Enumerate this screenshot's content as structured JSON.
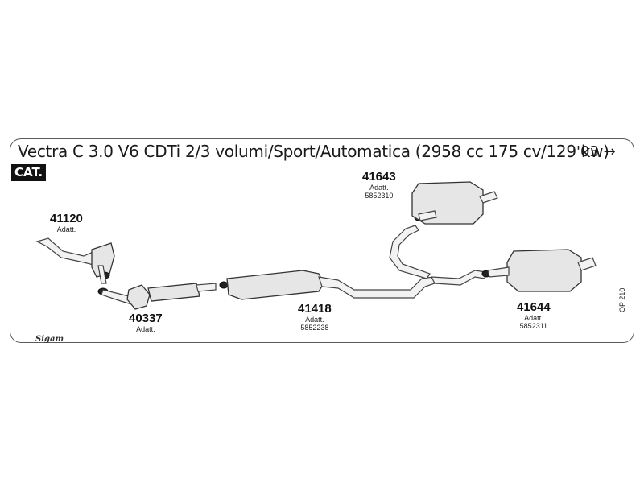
{
  "diagram": {
    "title": "Vectra C 3.0 V6 CDTi 2/3 volumi/Sport/Automatica (2958 cc 175 cv/129 kw)",
    "year_label": "'03 →",
    "badge": "CAT.",
    "side_code": "OP 210",
    "logo_text": "Sigam",
    "parts": [
      {
        "number": "41120",
        "note": "Adatt.",
        "code": ""
      },
      {
        "number": "40337",
        "note": "Adatt.",
        "code": ""
      },
      {
        "number": "41418",
        "note": "Adatt.",
        "code": "5852238"
      },
      {
        "number": "41643",
        "note": "Adatt.",
        "code": "5852310"
      },
      {
        "number": "41644",
        "note": "Adatt.",
        "code": "5852311"
      }
    ]
  }
}
